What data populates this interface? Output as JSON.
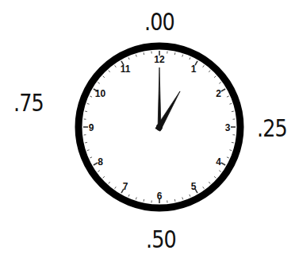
{
  "diagram": {
    "nodes": [
      {
        "text": [
          "12",
          "1",
          "2",
          "3",
          "4",
          "5",
          "6",
          "7",
          "8",
          "9",
          "10",
          "11"
        ]
      }
    ],
    "labels": [
      ".00",
      ".75",
      ".25",
      ".50"
    ]
  }
}
